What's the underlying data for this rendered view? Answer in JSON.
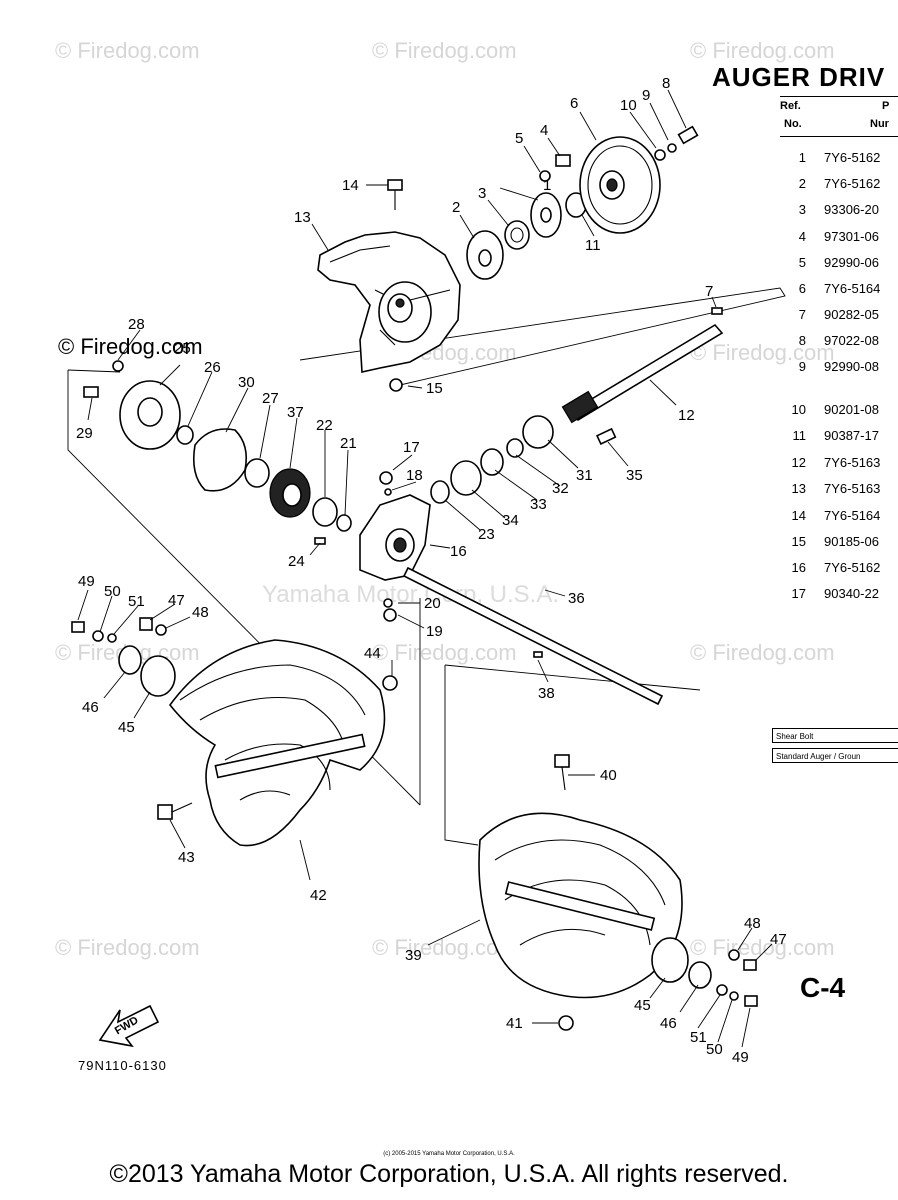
{
  "title": "AUGER DRIV",
  "table": {
    "header_ref_line1": "Ref.",
    "header_ref_line2": "No.",
    "header_part_line1": "P",
    "header_part_line2": "Nur",
    "rows": [
      {
        "ref": "1",
        "part": "7Y6-5162"
      },
      {
        "ref": "2",
        "part": "7Y6-5162"
      },
      {
        "ref": "3",
        "part": "93306-20"
      },
      {
        "ref": "4",
        "part": "97301-06"
      },
      {
        "ref": "5",
        "part": "92990-06"
      },
      {
        "ref": "6",
        "part": "7Y6-5164"
      },
      {
        "ref": "7",
        "part": "90282-05"
      },
      {
        "ref": "8",
        "part": "97022-08"
      },
      {
        "ref": "9",
        "part": "92990-08"
      },
      {
        "ref": "10",
        "part": "90201-08"
      },
      {
        "ref": "11",
        "part": "90387-17"
      },
      {
        "ref": "12",
        "part": "7Y6-5163"
      },
      {
        "ref": "13",
        "part": "7Y6-5163"
      },
      {
        "ref": "14",
        "part": "7Y6-5164"
      },
      {
        "ref": "15",
        "part": "90185-06"
      },
      {
        "ref": "16",
        "part": "7Y6-5162"
      },
      {
        "ref": "17",
        "part": "90340-22"
      }
    ]
  },
  "legend": {
    "shear_bolt": "Shear Bolt",
    "standard_auger": "Standard Auger / Groun"
  },
  "callouts": [
    "1",
    "2",
    "3",
    "4",
    "5",
    "6",
    "7",
    "8",
    "9",
    "10",
    "11",
    "12",
    "13",
    "14",
    "15",
    "16",
    "17",
    "18",
    "19",
    "20",
    "21",
    "22",
    "23",
    "24",
    "25",
    "26",
    "27",
    "28",
    "29",
    "30",
    "31",
    "32",
    "33",
    "34",
    "35",
    "36",
    "37",
    "38",
    "39",
    "40",
    "41",
    "42",
    "43",
    "44",
    "45",
    "46",
    "47",
    "48",
    "49",
    "50",
    "51"
  ],
  "watermark": "© Firedog.com",
  "center_watermark": "Yamaha Motor Corp, U.S.A.",
  "fwd_label": "FWD",
  "sheet_id": "C-4",
  "figure_code": "79N110-6130",
  "small_copyright": "(c) 2005-2015 Yamaha Motor Corporation, U.S.A.",
  "copyright": "©2013 Yamaha Motor Corporation, U.S.A. All rights reserved."
}
